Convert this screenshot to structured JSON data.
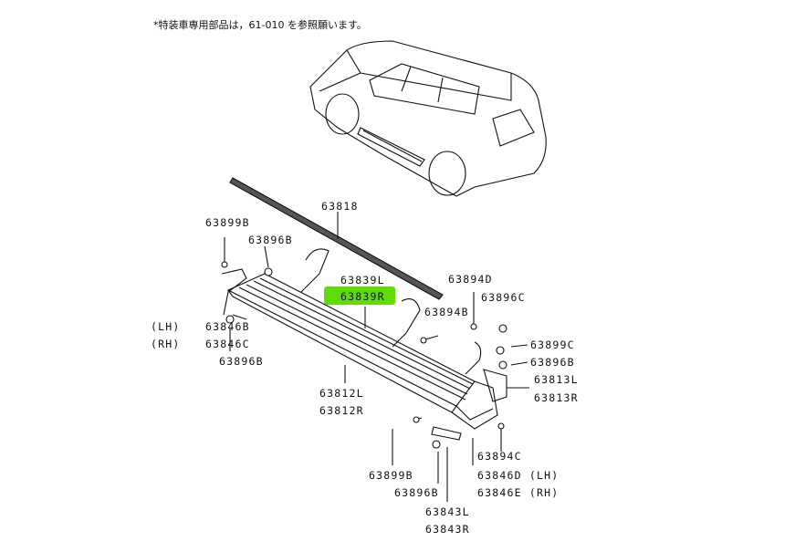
{
  "note": "*特装車専用部品は，61-010 を参照願います。",
  "highlight_color": "#5fdc0a",
  "labels": {
    "p63818": "63818",
    "p63899B_top": "63899B",
    "p63896B_top": "63896B",
    "p63839L": "63839L",
    "p63839R": "63839R",
    "p63894D": "63894D",
    "p63896C": "63896C",
    "p63894B": "63894B",
    "lh": "(LH)",
    "rh": "(RH)",
    "p63846B": "63846B",
    "p63846C": "63846C",
    "p63899C": "63899C",
    "p63896B_right": "63896B",
    "p63896B_left": "63896B",
    "p63813L": "63813L",
    "p63813R": "63813R",
    "p63812L": "63812L",
    "p63812R": "63812R",
    "p63894C": "63894C",
    "p63899B_bottom": "63899B",
    "p63846D": "63846D (LH)",
    "p63846E": "63846E (RH)",
    "p63896B_bottom": "63896B",
    "p63843L": "63843L",
    "p63843R": "63843R"
  }
}
